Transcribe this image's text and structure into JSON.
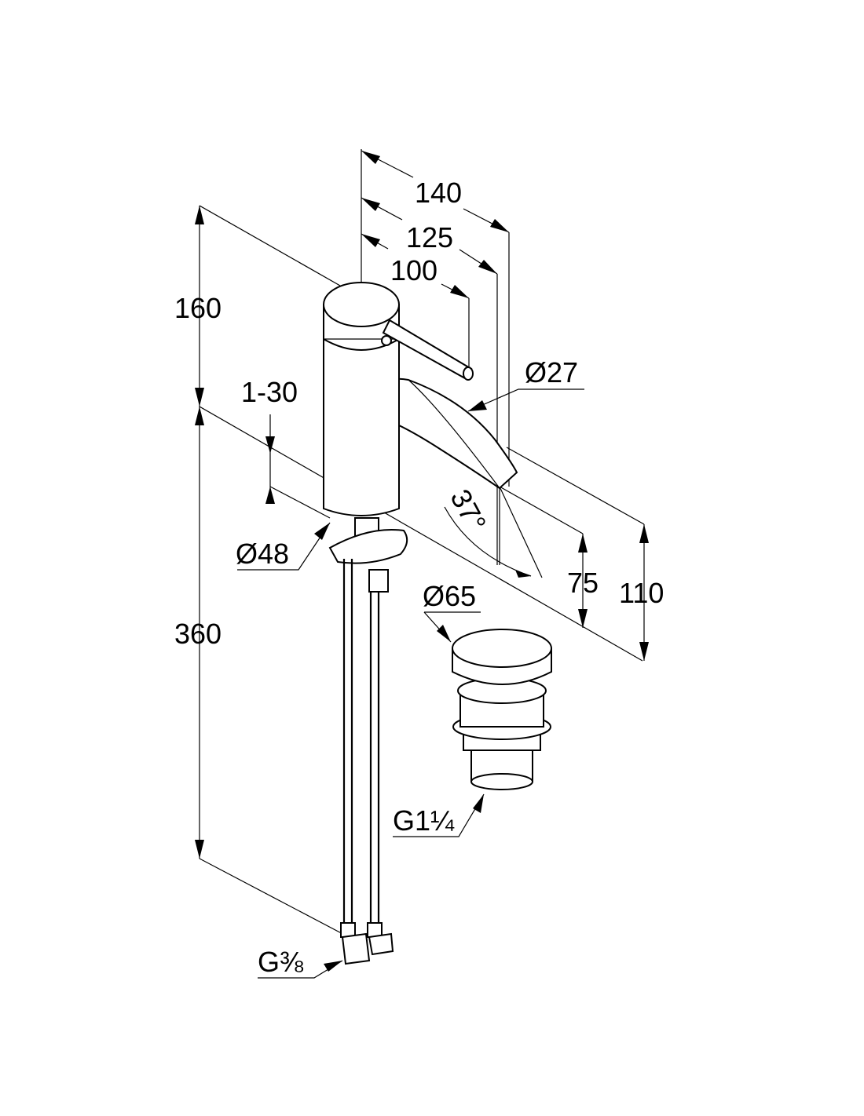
{
  "dimensions": {
    "d140": "140",
    "d125": "125",
    "d100": "100",
    "d160": "160",
    "d1_30": "1-30",
    "d27": "Ø27",
    "d48": "Ø48",
    "d37": "37°",
    "d75": "75",
    "d110": "110",
    "d65": "Ø65",
    "d360": "360",
    "g114": "G1¼",
    "g38": "G⅜"
  }
}
